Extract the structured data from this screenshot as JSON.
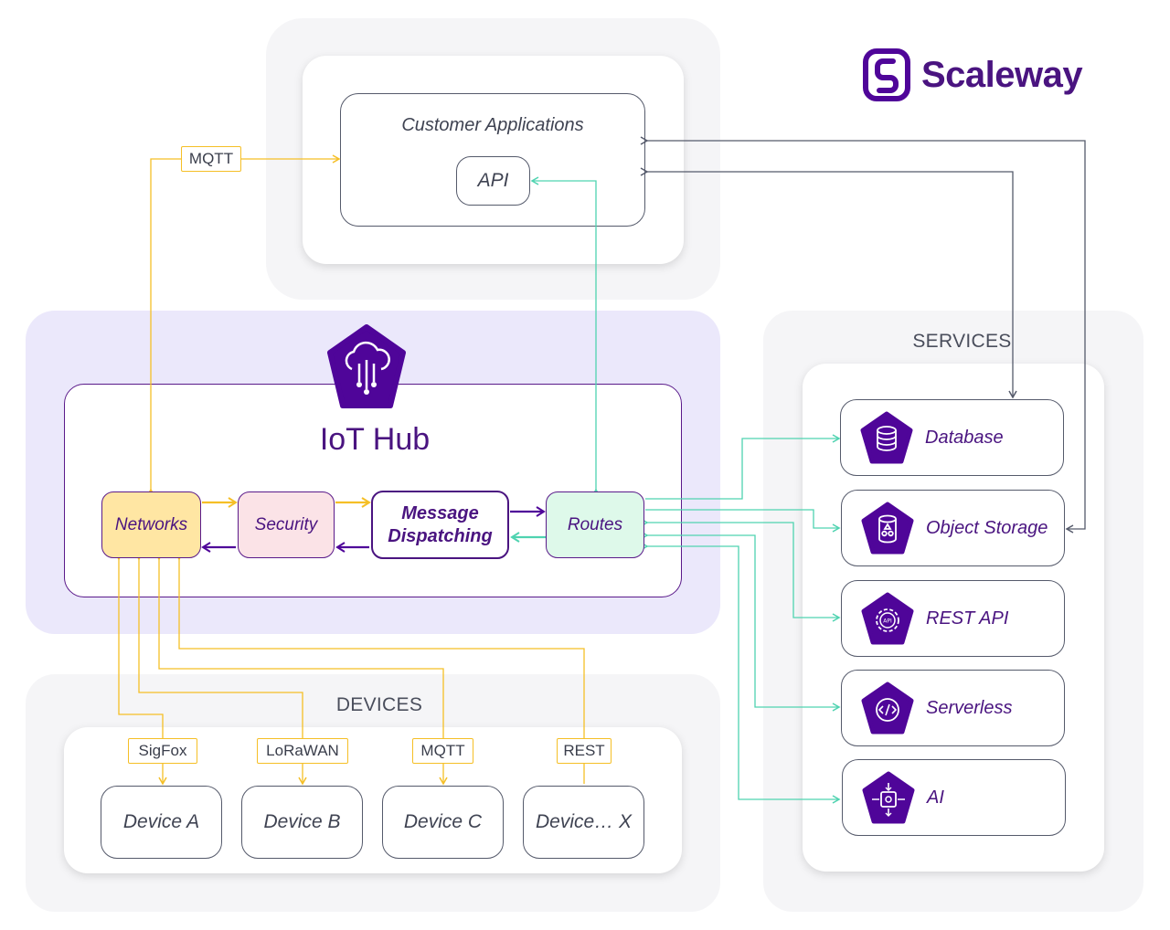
{
  "brand": {
    "name": "Scaleway",
    "icon": "scaleway-logo-icon",
    "color": "#4f0599"
  },
  "customer": {
    "title": "Customer Applications",
    "api": "API"
  },
  "hub": {
    "title": "IoT Hub",
    "icon": "iot-hub-cloud-icon"
  },
  "pipeline": {
    "networks": "Networks",
    "security": "Security",
    "message_line1": "Message",
    "message_line2": "Dispatching",
    "routes": "Routes"
  },
  "devices": {
    "label": "DEVICES",
    "protocols": [
      "SigFox",
      "LoRaWAN",
      "MQTT",
      "REST"
    ],
    "items": [
      "Device A",
      "Device B",
      "Device C",
      "Device… X"
    ]
  },
  "mqtt_top": "MQTT",
  "services": {
    "label": "SERVICES",
    "items": [
      {
        "name": "Database",
        "icon": "database-icon"
      },
      {
        "name": "Object Storage",
        "icon": "object-storage-icon"
      },
      {
        "name": "REST API",
        "icon": "rest-api-icon"
      },
      {
        "name": "Serverless",
        "icon": "serverless-icon"
      },
      {
        "name": "AI",
        "icon": "ai-icon"
      }
    ]
  },
  "colors": {
    "purple": "#4f0599",
    "yellow": "#f5bf26",
    "teal": "#4fd3b0",
    "gray": "#555a6b",
    "hub_bg": "#ebe8fb"
  }
}
